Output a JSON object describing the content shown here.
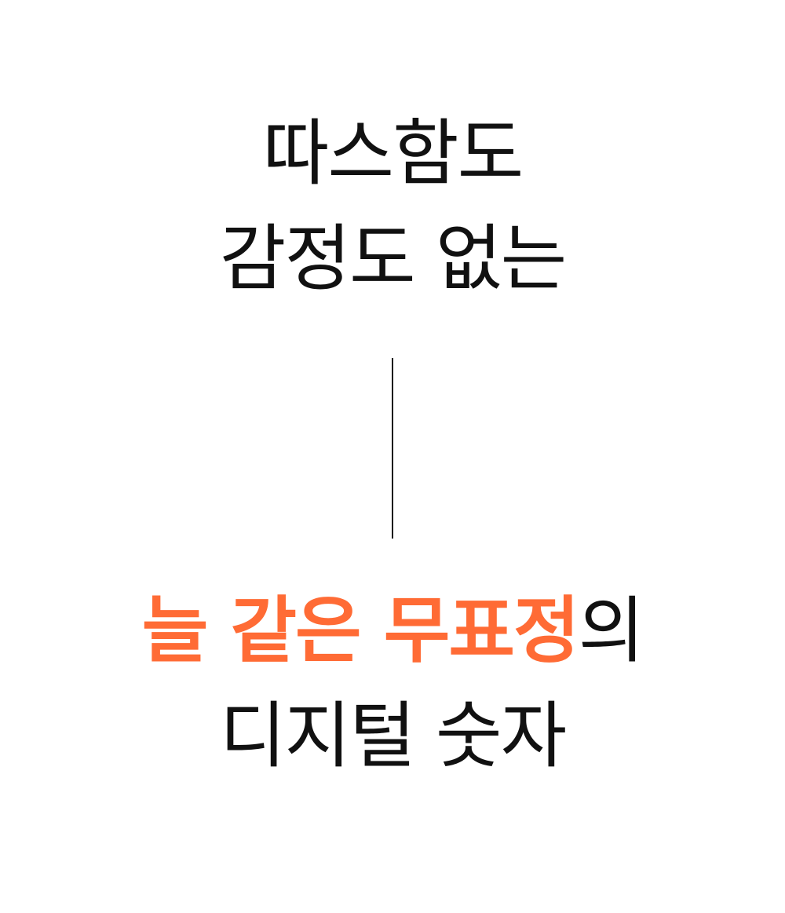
{
  "heading_top": {
    "line1": "따스함도",
    "line2": "감정도 없는"
  },
  "heading_bottom": {
    "line1_accent": "늘 같은 무표정",
    "line1_suffix": "의",
    "line2": "디지털 숫자"
  },
  "colors": {
    "text": "#111111",
    "accent": "#ff6b35",
    "background": "#ffffff"
  }
}
